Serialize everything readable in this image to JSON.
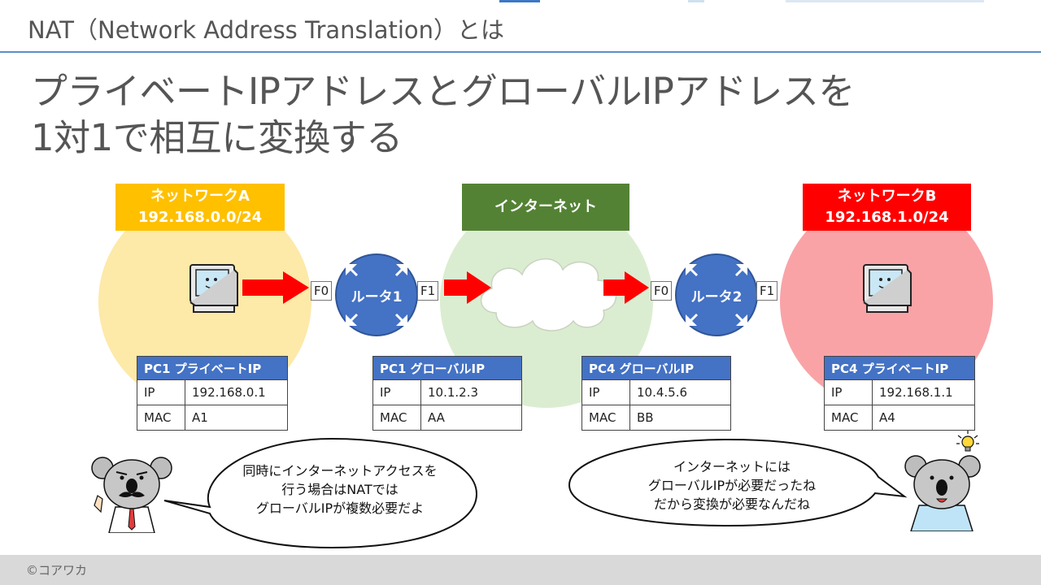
{
  "header": {
    "title": "NAT（Network Address Translation）とは"
  },
  "main_title": {
    "line1": "プライベートIPアドレスとグローバルIPアドレスを",
    "line2": "1対1で相互に変換する"
  },
  "networks": {
    "a": {
      "name": "ネットワークA",
      "subnet": "192.168.0.0/24",
      "color": "#ffc000"
    },
    "internet": {
      "name": "インターネット",
      "color": "#548235"
    },
    "b": {
      "name": "ネットワークB",
      "subnet": "192.168.1.0/24",
      "color": "#ff0000"
    }
  },
  "routers": {
    "r1": {
      "name": "ルータ1",
      "port_in": "F0",
      "port_out": "F1"
    },
    "r2": {
      "name": "ルータ2",
      "port_in": "F0",
      "port_out": "F1"
    }
  },
  "tables": [
    {
      "title": "PC1 プライベートIP",
      "ip_label": "IP",
      "ip": "192.168.0.1",
      "mac_label": "MAC",
      "mac": "A1"
    },
    {
      "title": "PC1 グローバルIP",
      "ip_label": "IP",
      "ip": "10.1.2.3",
      "mac_label": "MAC",
      "mac": "AA"
    },
    {
      "title": "PC4 グローバルIP",
      "ip_label": "IP",
      "ip": "10.4.5.6",
      "mac_label": "MAC",
      "mac": "BB"
    },
    {
      "title": "PC4 プライベートIP",
      "ip_label": "IP",
      "ip": "192.168.1.1",
      "mac_label": "MAC",
      "mac": "A4"
    }
  ],
  "bubbles": {
    "left": {
      "line1": "同時にインターネットアクセスを",
      "line2": "行う場合はNATでは",
      "line3": "グローバルIPが複数必要だよ"
    },
    "right": {
      "line1": "インターネットには",
      "line2": "グローバルIPが必要だったね",
      "line3": "だから変換が必要なんだね"
    }
  },
  "footer": {
    "copyright": "©コアワカ"
  },
  "colors": {
    "accent": "#4472c4",
    "arrow": "#ff0000",
    "header_rule": "#5b8fc9"
  }
}
